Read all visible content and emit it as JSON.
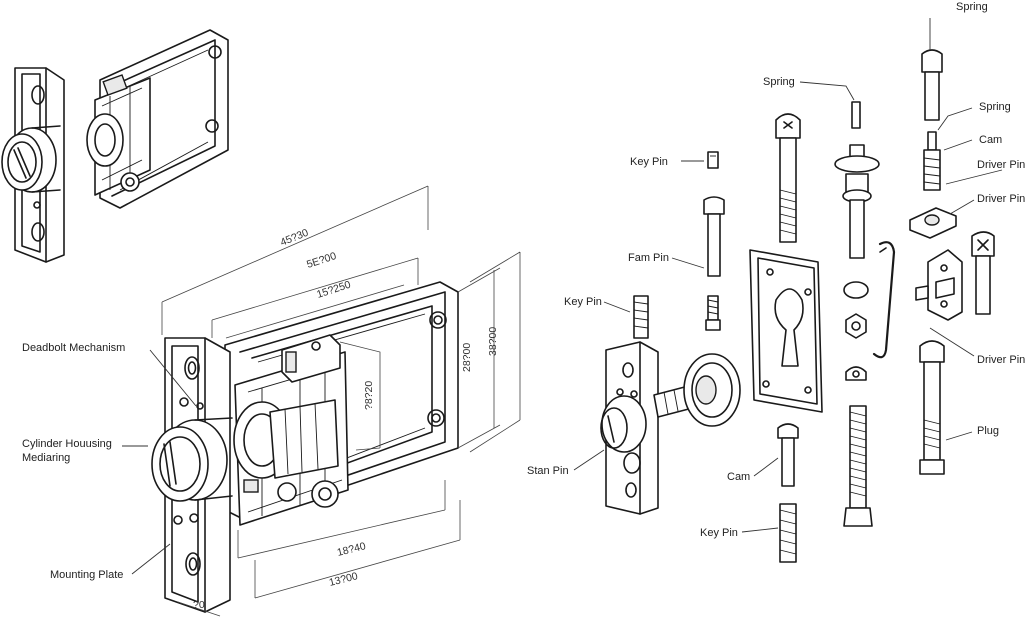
{
  "labels": {
    "deadbolt_mechanism": "Deadbolt Mechanism",
    "cylinder_housing_line1": "Cylinder Houusing",
    "cylinder_housing_line2": "Mediaring",
    "mounting_plate": "Mounting Plate",
    "key_pin_top": "Key Pin",
    "fam_pin": "Fam Pin",
    "key_pin_mid": "Key Pin",
    "stan_pin": "Stan Pin",
    "cam_bottom": "Cam",
    "key_pin_bottom": "Key Pin",
    "spring_top": "Spring",
    "spring_mid": "Spring",
    "spring_right": "Spring",
    "cam_right": "Cam",
    "driver_pin_1": "Driver Pin",
    "driver_pin_2": "Driver Pin",
    "driver_pin_3": "Driver Pin",
    "plug": "Plug"
  },
  "dimensions": {
    "d1": "45?30",
    "d2": "5E?00",
    "d3": "15?250",
    "d4": "28?00",
    "d5": "38?00",
    "d6": "?8?20",
    "d7": "18?40",
    "d8": "13?00",
    "d9": "?0"
  }
}
